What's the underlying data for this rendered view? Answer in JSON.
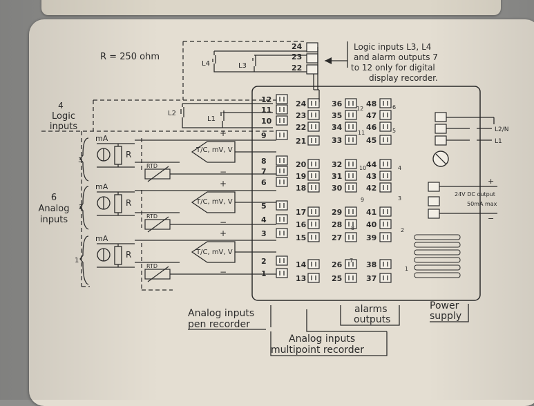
{
  "resistor_note": "R = 250 ohm",
  "logic_note": [
    "Logic inputs L3, L4",
    "and alarm outputs 7",
    "to 12 only for digital",
    "display recorder."
  ],
  "left_labels": {
    "logic": [
      "4",
      "Logic",
      "inputs"
    ],
    "analog": [
      "6",
      "Analog",
      "inputs"
    ],
    "channel_numbers": [
      "3",
      "2",
      "1"
    ]
  },
  "component_labels": {
    "ma": "mA",
    "r": "R",
    "rtd": "RTD",
    "tc": "T/C, mV, V",
    "plus": "+",
    "minus": "−",
    "l1": "L1",
    "l2": "L2",
    "l3": "L3",
    "l4": "L4"
  },
  "terminals": {
    "top_logic": [
      "24",
      "23",
      "22"
    ],
    "left_column": [
      "12",
      "11",
      "10",
      "9",
      "8",
      "7",
      "6",
      "5",
      "4",
      "3",
      "2",
      "1"
    ],
    "col2": [
      "24",
      "23",
      "22",
      "21",
      "20",
      "19",
      "18",
      "17",
      "16",
      "15",
      "14",
      "13"
    ],
    "col3": [
      "36",
      "35",
      "34",
      "33",
      "32",
      "31",
      "30",
      "29",
      "28",
      "27",
      "26",
      "25"
    ],
    "col4": [
      "48",
      "47",
      "46",
      "45",
      "44",
      "43",
      "42",
      "41",
      "40",
      "39",
      "38",
      "37"
    ]
  },
  "alarm_numbers": [
    "12",
    "11",
    "10",
    "9",
    "8",
    "7",
    "6",
    "5",
    "4",
    "3",
    "2",
    "1"
  ],
  "power": {
    "l2n": "L2/N",
    "l1": "L1",
    "dc_plus": "+",
    "dc_label_1": "24V DC output",
    "dc_label_2": "50mA max",
    "dc_minus": "−"
  },
  "bottom_labels": {
    "pen": [
      "Analog inputs",
      "pen recorder"
    ],
    "alarms": [
      "alarms",
      "outputs"
    ],
    "power": [
      "Power",
      "supply"
    ],
    "multipoint": [
      "Analog inputs",
      "multipoint recorder"
    ]
  },
  "colors": {
    "plate": "#e4ded2",
    "ink": "#2b2b2b",
    "background": "#8f8f8d"
  }
}
